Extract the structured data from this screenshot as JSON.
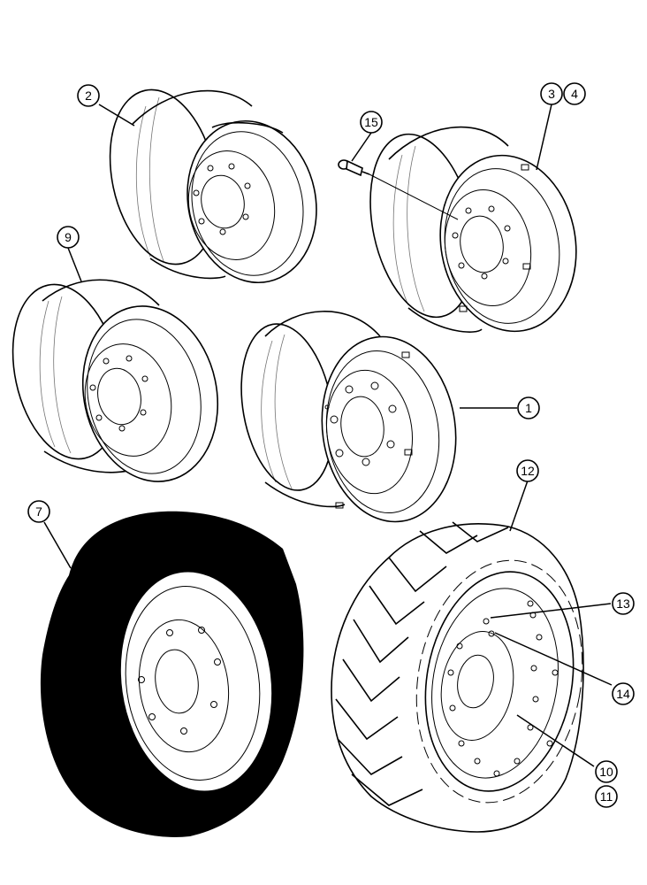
{
  "callouts": {
    "c1": "1",
    "c2": "2",
    "c3": "3",
    "c4": "4",
    "c7": "7",
    "c9": "9",
    "c10": "10",
    "c11": "11",
    "c12": "12",
    "c13": "13",
    "c14": "14",
    "c15": "15"
  },
  "colors": {
    "ink": "#000000",
    "paper": "#ffffff"
  },
  "items": [
    {
      "callout": "1",
      "part": "wheel-rim-with-lugs"
    },
    {
      "callout": "2",
      "part": "wheel-rim"
    },
    {
      "callout": "3",
      "part": "wheel-rim-with-valve"
    },
    {
      "callout": "4",
      "part": "wheel-rim-with-valve"
    },
    {
      "callout": "7",
      "part": "pneumatic-tire-and-wheel"
    },
    {
      "callout": "9",
      "part": "wheel-rim"
    },
    {
      "callout": "10",
      "part": "solid-tire-wheel-assembly"
    },
    {
      "callout": "11",
      "part": "solid-tire-wheel-assembly"
    },
    {
      "callout": "12",
      "part": "solid-tire"
    },
    {
      "callout": "13",
      "part": "bolt"
    },
    {
      "callout": "14",
      "part": "nut"
    },
    {
      "callout": "15",
      "part": "valve-stem"
    }
  ]
}
